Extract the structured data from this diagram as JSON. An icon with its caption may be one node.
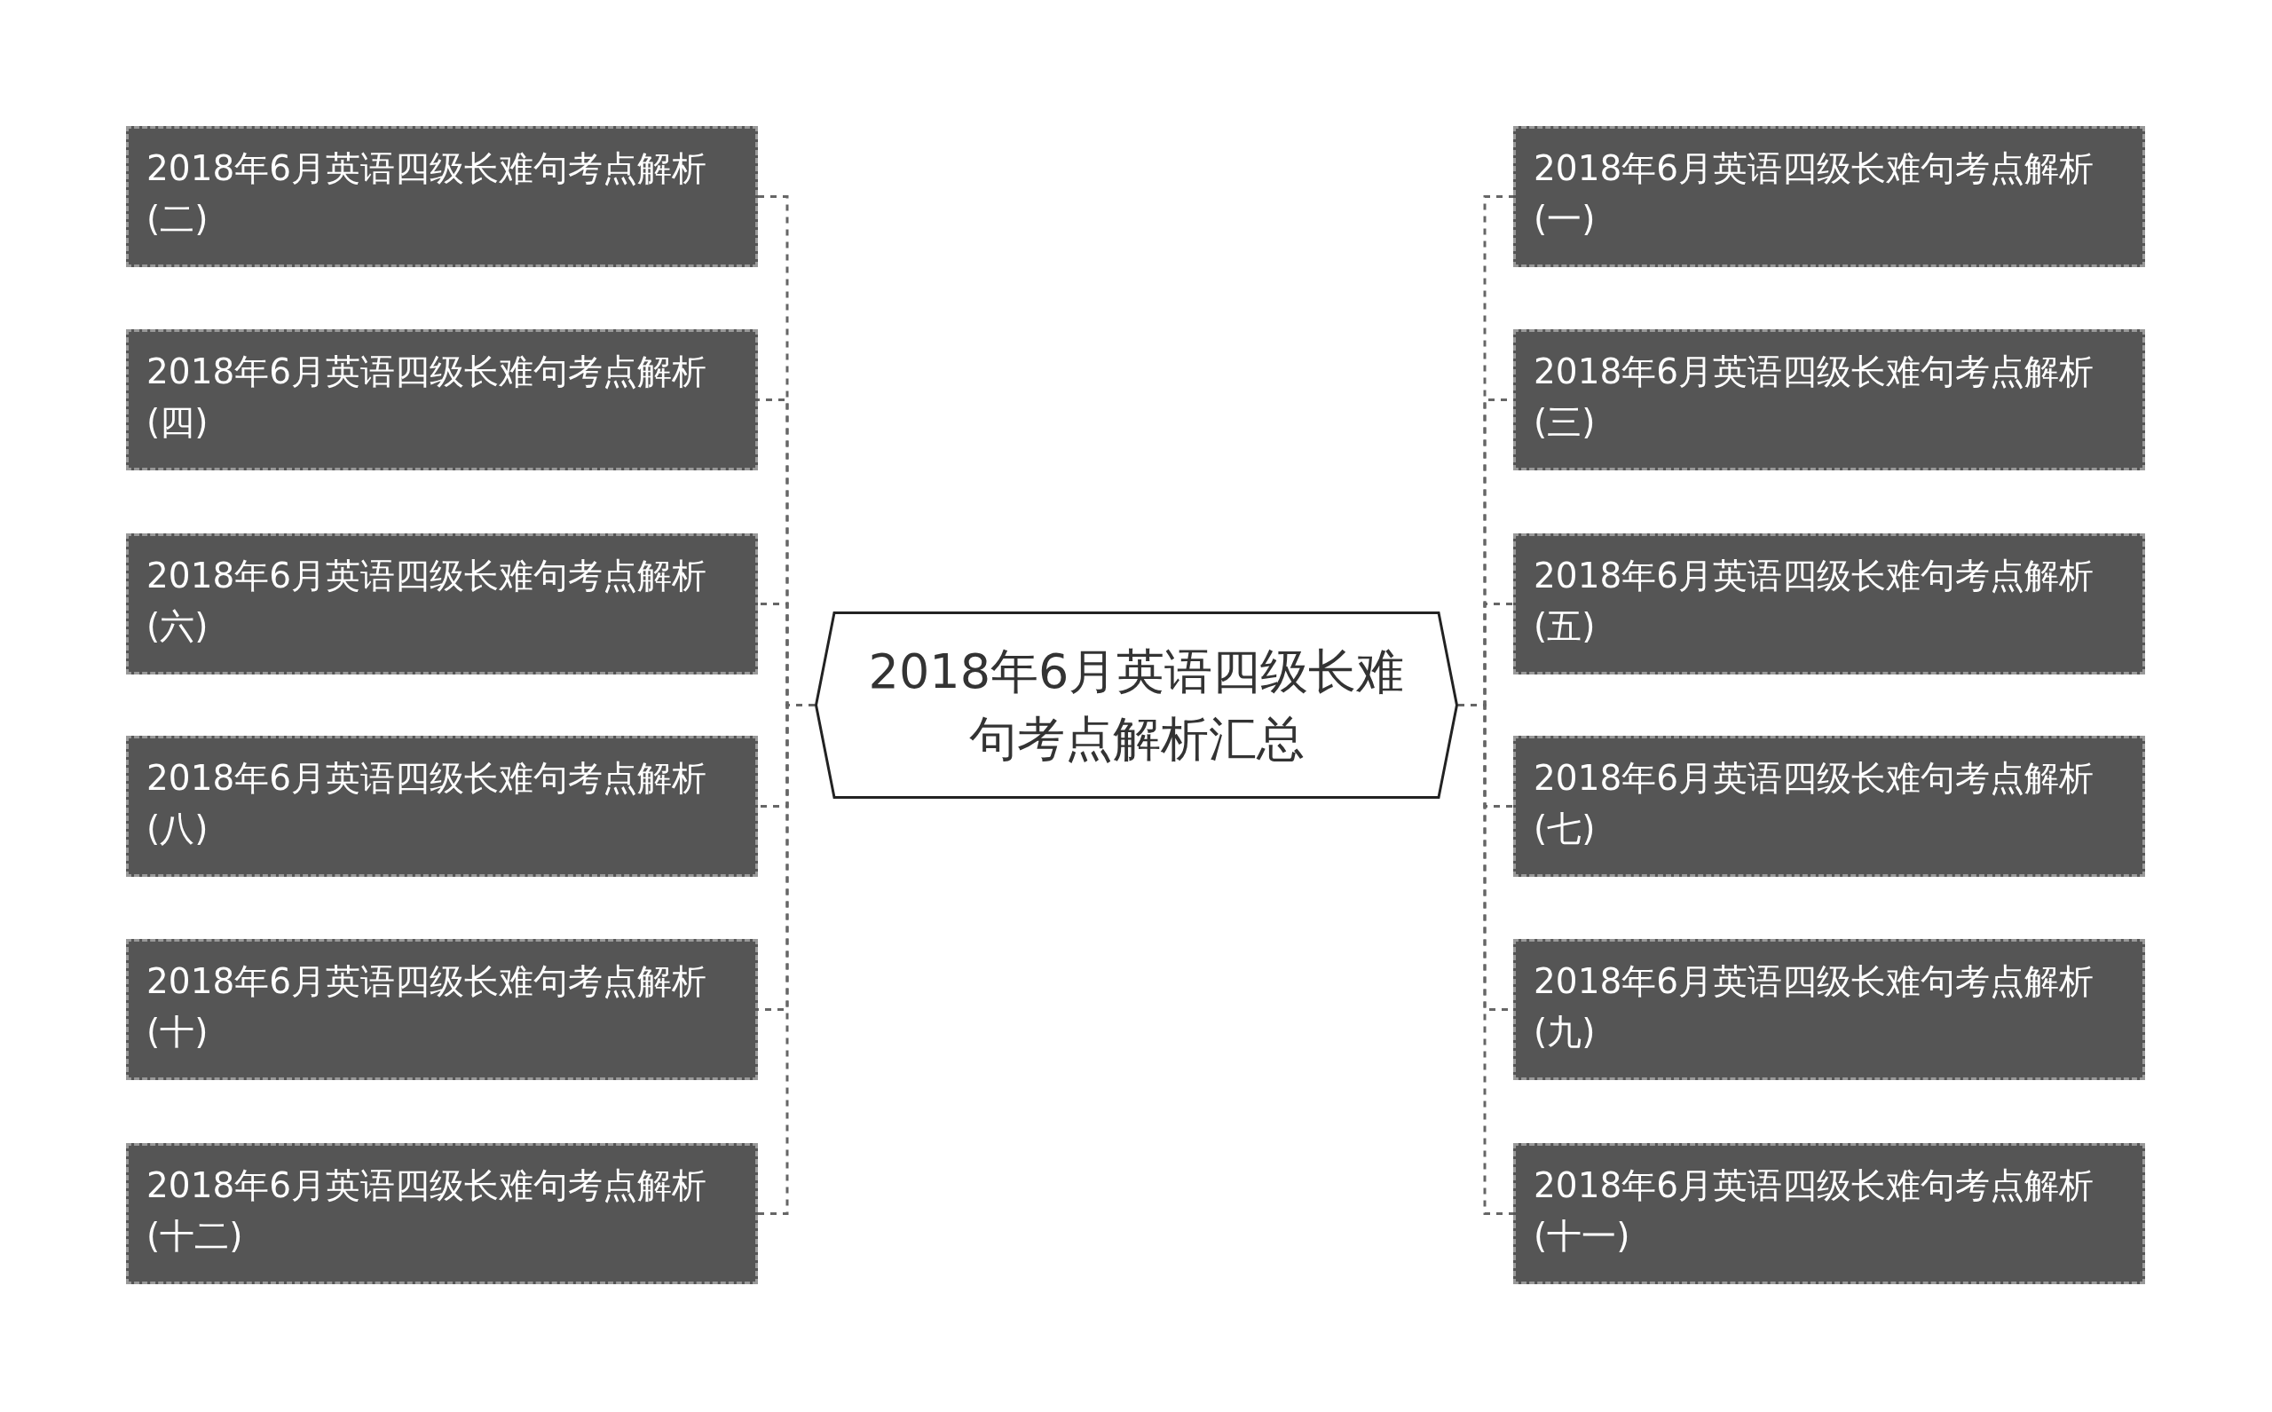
{
  "diagram": {
    "nodes": [
      {
        "text": [
          "2018年6月英语四级长难句考点解析汇总"
        ]
      },
      {
        "text": [
          "2018年6月英语四级长难句考点解析(二)"
        ]
      },
      {
        "text": [
          "2018年6月英语四级长难句考点解析(四)"
        ]
      },
      {
        "text": [
          "2018年6月英语四级长难句考点解析(六)"
        ]
      },
      {
        "text": [
          "2018年6月英语四级长难句考点解析(八)"
        ]
      },
      {
        "text": [
          "2018年6月英语四级长难句考点解析(十)"
        ]
      },
      {
        "text": [
          "2018年6月英语四级长难句考点解析(十二)"
        ]
      },
      {
        "text": [
          "2018年6月英语四级长难句考点解析(一)"
        ]
      },
      {
        "text": [
          "2018年6月英语四级长难句考点解析(三)"
        ]
      },
      {
        "text": [
          "2018年6月英语四级长难句考点解析(五)"
        ]
      },
      {
        "text": [
          "2018年6月英语四级长难句考点解析(七)"
        ]
      },
      {
        "text": [
          "2018年6月英语四级长难句考点解析(九)"
        ]
      },
      {
        "text": [
          "2018年6月英语四级长难句考点解析(十一)"
        ]
      }
    ],
    "edges": [
      {
        "from": 0,
        "to": 1,
        "arrow": "none",
        "style": "dashed"
      },
      {
        "from": 0,
        "to": 2,
        "arrow": "none",
        "style": "dashed"
      },
      {
        "from": 0,
        "to": 3,
        "arrow": "none",
        "style": "dashed"
      },
      {
        "from": 0,
        "to": 4,
        "arrow": "none",
        "style": "dashed"
      },
      {
        "from": 0,
        "to": 5,
        "arrow": "none",
        "style": "dashed"
      },
      {
        "from": 0,
        "to": 6,
        "arrow": "none",
        "style": "dashed"
      },
      {
        "from": 0,
        "to": 7,
        "arrow": "none",
        "style": "dashed"
      },
      {
        "from": 0,
        "to": 8,
        "arrow": "none",
        "style": "dashed"
      },
      {
        "from": 0,
        "to": 9,
        "arrow": "none",
        "style": "dashed"
      },
      {
        "from": 0,
        "to": 10,
        "arrow": "none",
        "style": "dashed"
      },
      {
        "from": 0,
        "to": 11,
        "arrow": "none",
        "style": "dashed"
      },
      {
        "from": 0,
        "to": 12,
        "arrow": "none",
        "style": "dashed"
      }
    ]
  }
}
